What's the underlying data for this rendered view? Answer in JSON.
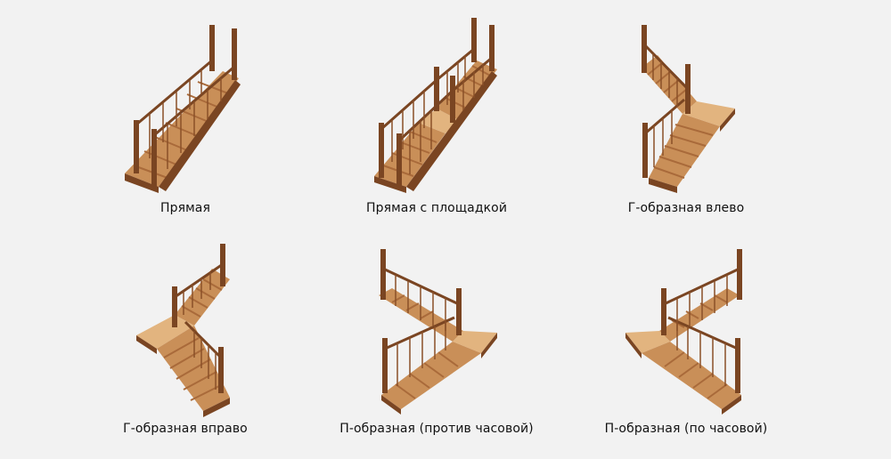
{
  "stair_types": [
    {
      "label": "Прямая",
      "icon": "straight-staircase-icon"
    },
    {
      "label": "Прямая с площадкой",
      "icon": "straight-landing-staircase-icon"
    },
    {
      "label": "Г-образная влево",
      "icon": "l-shaped-left-staircase-icon"
    },
    {
      "label": "Г-образная вправо",
      "icon": "l-shaped-right-staircase-icon"
    },
    {
      "label": "П-образная (против часовой)",
      "icon": "u-shaped-ccw-staircase-icon"
    },
    {
      "label": "П-образная (по часовой)",
      "icon": "u-shaped-cw-staircase-icon"
    }
  ],
  "colors": {
    "background": "#f2f2f2",
    "wood_dark": "#7a4522",
    "wood_light": "#e2b47f",
    "wood_mid": "#c98f58"
  }
}
